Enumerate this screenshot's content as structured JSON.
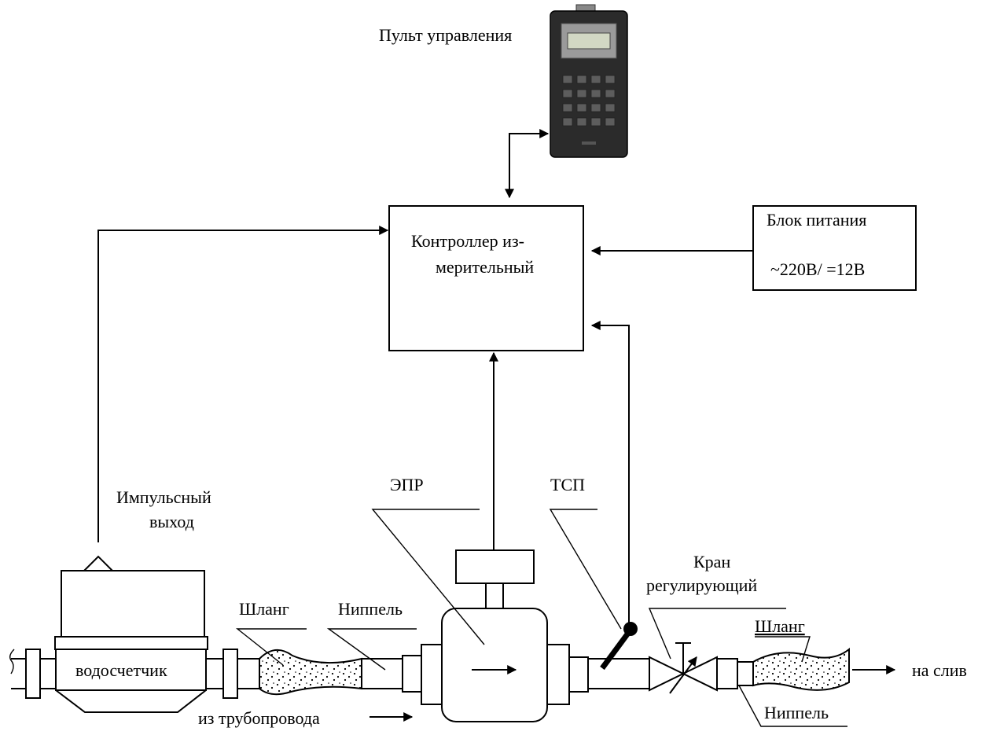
{
  "remote": {
    "label": "Пульт управления"
  },
  "controller": {
    "line1": "Контроллер из-",
    "line2": "мерительный"
  },
  "power": {
    "line1": "Блок питания",
    "line2": "~220В/ =12В"
  },
  "pulse": {
    "line1": "Импульсный",
    "line2": "выход"
  },
  "epr": {
    "label": "ЭПР"
  },
  "tsp": {
    "label": "ТСП"
  },
  "valve": {
    "line1": "Кран",
    "line2": "регулирующий"
  },
  "meter": {
    "label": "водосчетчик"
  },
  "hose_left": {
    "label": "Шланг"
  },
  "nipple_left": {
    "label": "Ниппель"
  },
  "hose_right": {
    "label": "Шланг"
  },
  "nipple_right": {
    "label": "Ниппель"
  },
  "inlet": {
    "label": "из трубопровода"
  },
  "outlet": {
    "label": "на слив"
  }
}
